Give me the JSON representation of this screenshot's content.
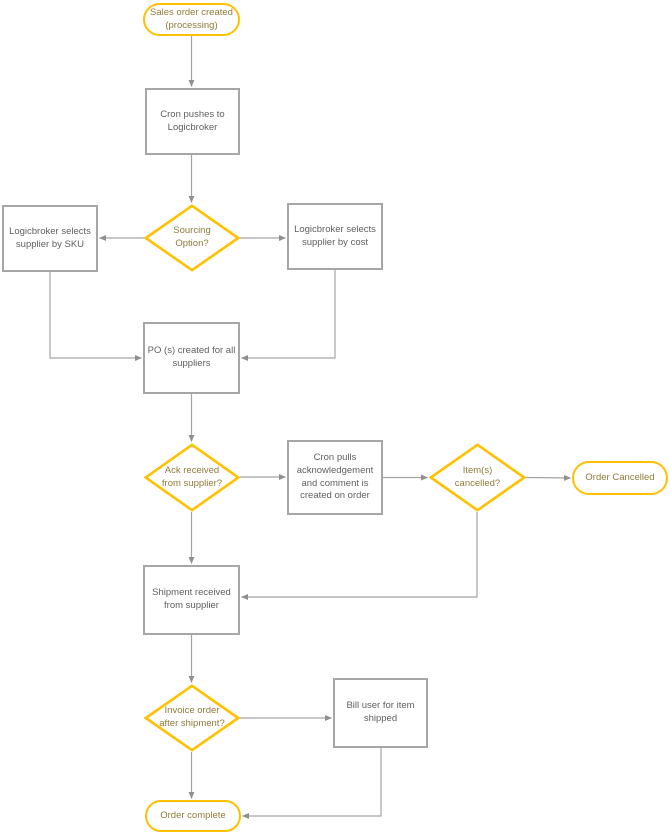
{
  "diagram": {
    "type": "flowchart",
    "colors": {
      "accent_gold": "#FFC000",
      "shape_border_gray": "#A6A6A6",
      "connector_gray": "#A0A0A0",
      "text_gray": "#606060",
      "text_gold": "#8F7B3A",
      "background": "#FFFFFF"
    },
    "nodes": {
      "start": {
        "type": "terminator",
        "label": "Sales order created\n(processing)"
      },
      "cron_push": {
        "type": "process",
        "label": "Cron pushes to\nLogicbroker"
      },
      "sourcing": {
        "type": "decision",
        "label": "Sourcing\nOption?"
      },
      "sku": {
        "type": "process",
        "label": "Logicbroker selects\nsupplier by SKU"
      },
      "cost": {
        "type": "process",
        "label": "Logicbroker selects\nsupplier by cost"
      },
      "po": {
        "type": "process",
        "label": "PO (s) created for all\nsuppliers"
      },
      "ack": {
        "type": "decision",
        "label": "Ack received\nfrom supplier?"
      },
      "cron_pulls": {
        "type": "process",
        "label": "Cron pulls\nacknowledgement\nand comment is\ncreated on order"
      },
      "items_cancelled": {
        "type": "decision",
        "label": "Item(s)\ncancelled?"
      },
      "order_cancelled": {
        "type": "terminator",
        "label": "Order Cancelled"
      },
      "shipment": {
        "type": "process",
        "label": "Shipment received\nfrom supplier"
      },
      "invoice": {
        "type": "decision",
        "label": "Invoice order\nafter shipment?"
      },
      "bill": {
        "type": "process",
        "label": "Bill user for item\nshipped"
      },
      "complete": {
        "type": "terminator",
        "label": "Order complete"
      }
    },
    "edges": [
      "start -> cron_push",
      "cron_push -> sourcing",
      "sourcing -> sku",
      "sourcing -> cost",
      "sku -> po",
      "cost -> po",
      "po -> ack",
      "ack -> cron_pulls",
      "cron_pulls -> items_cancelled",
      "items_cancelled -> order_cancelled",
      "items_cancelled -> shipment",
      "ack -> shipment",
      "shipment -> invoice",
      "invoice -> bill",
      "bill -> complete",
      "invoice -> complete"
    ]
  }
}
